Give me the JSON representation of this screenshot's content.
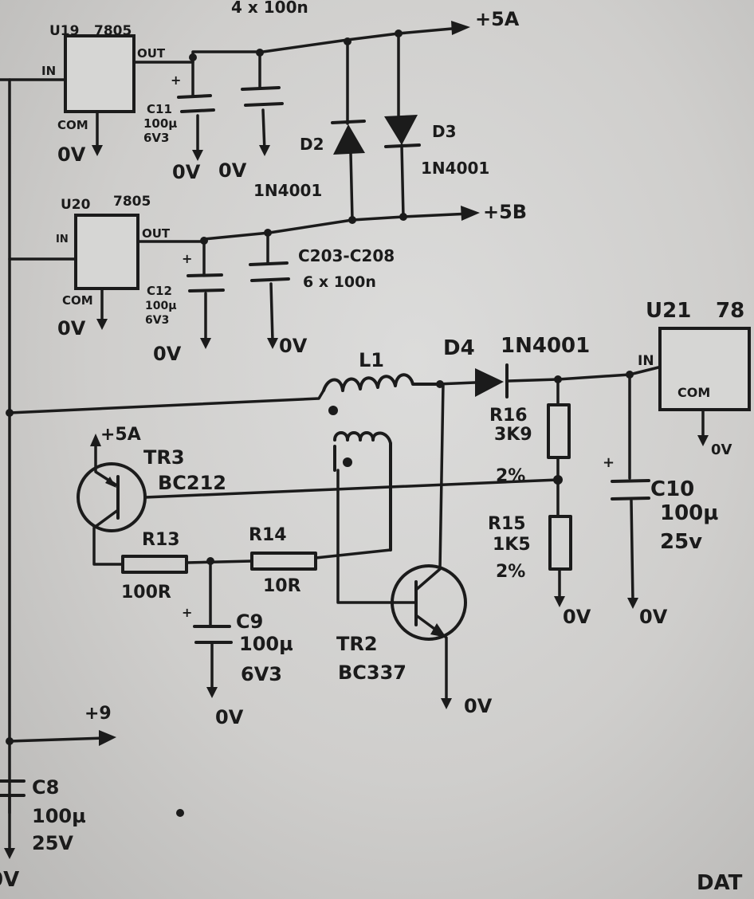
{
  "regulators": {
    "u19": {
      "ref": "U19",
      "type": "7805",
      "pin_in": "IN",
      "pin_out": "OUT",
      "pin_com": "COM"
    },
    "u20": {
      "ref": "U20",
      "type": "7805",
      "pin_in": "IN",
      "pin_out": "OUT",
      "pin_com": "COM"
    },
    "u21": {
      "ref": "U21",
      "type": "78",
      "pin_in": "IN",
      "pin_com": "COM"
    }
  },
  "header_note": "4 x 100n",
  "rails": {
    "plus_5a": "+5A",
    "plus_5b": "+5B",
    "plus_9": "+9",
    "tr3_supply": "+5A"
  },
  "ground": "0V",
  "capacitors": {
    "c11": {
      "ref": "C11",
      "value": "100µ",
      "voltage": "6V3"
    },
    "c12": {
      "ref": "C12",
      "value": "100µ",
      "voltage": "6V3"
    },
    "c203_208": {
      "ref": "C203-C208",
      "value": "6 x 100n"
    },
    "c10": {
      "ref": "C10",
      "value": "100µ",
      "voltage": "25v"
    },
    "c9": {
      "ref": "C9",
      "value": "100µ",
      "voltage": "6V3"
    },
    "c8": {
      "ref": "C8",
      "value": "100µ",
      "voltage": "25V"
    }
  },
  "diodes": {
    "d2": {
      "ref": "D2",
      "type": "1N4001"
    },
    "d3": {
      "ref": "D3",
      "type": "1N4001"
    },
    "d4": {
      "ref": "D4",
      "type": "1N4001"
    }
  },
  "inductor": {
    "ref": "L1"
  },
  "resistors": {
    "r16": {
      "ref": "R16",
      "value": "3K9",
      "tol": "2%"
    },
    "r15": {
      "ref": "R15",
      "value": "1K5",
      "tol": "2%"
    },
    "r13": {
      "ref": "R13",
      "value": "100R"
    },
    "r14": {
      "ref": "R14",
      "value": "10R"
    }
  },
  "transistors": {
    "tr3": {
      "ref": "TR3",
      "type": "BC212"
    },
    "tr2": {
      "ref": "TR2",
      "type": "BC337"
    }
  },
  "corner_text": "DAT",
  "colors": {
    "ink": "#1b1b1b",
    "paper": "#d4d3d1"
  }
}
